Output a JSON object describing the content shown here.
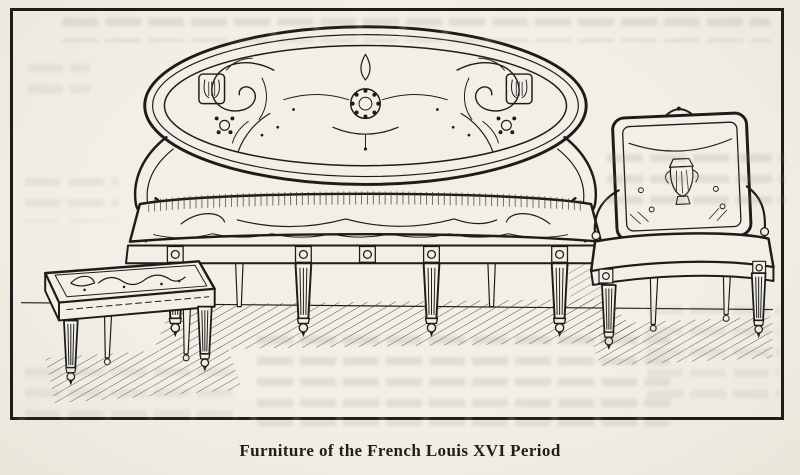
{
  "theme": {
    "paper_color": "#f2efe6",
    "ink_color": "#1c1c1a",
    "showthrough_color": "#8d8678"
  },
  "figure": {
    "caption": "Furniture of the French Louis XVI Period",
    "depicts": [
      "settee",
      "footstool",
      "armchair"
    ]
  }
}
